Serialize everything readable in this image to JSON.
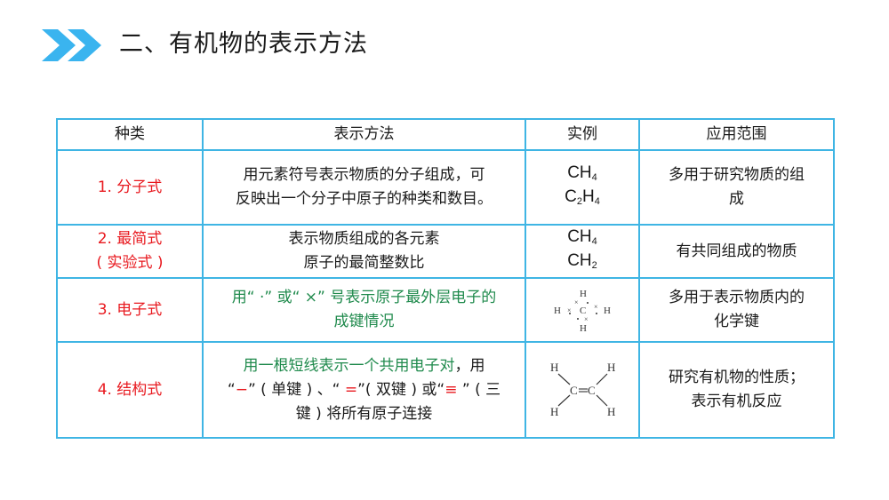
{
  "header": {
    "icon": "double-chevron-right-icon",
    "accent_color": "#3ab4ef",
    "title": "二、有机物的表示方法"
  },
  "table": {
    "border_color": "#3fb5e4",
    "columns": [
      "种类",
      "表示方法",
      "实例",
      "应用范围"
    ],
    "rows": [
      {
        "type": "1. 分子式",
        "method_lines": [
          "用元素符号表示物质的分子组成，可",
          "反映出一个分子中原子的种类和数目。"
        ],
        "examples": [
          {
            "base1": "CH",
            "sub1": "4",
            "base2": "",
            "sub2": ""
          },
          {
            "base1": "C",
            "sub1": "2",
            "base2": "H",
            "sub2": "4"
          }
        ],
        "usage_lines": [
          "多用于研究物质的组",
          "成"
        ]
      },
      {
        "type_lines": [
          "2. 最简式",
          "( 实验式 )"
        ],
        "method_lines": [
          "表示物质组成的各元素",
          "原子的最简整数比"
        ],
        "examples": [
          {
            "base1": "CH",
            "sub1": "4"
          },
          {
            "base1": "CH",
            "sub1": "2"
          }
        ],
        "usage_lines": [
          "有共同组成的物质"
        ]
      },
      {
        "type": "3. 电子式",
        "method_lines": [
          "用“ ·” 或“ ×” 号表示原子最外层电子的",
          "成键情况"
        ],
        "example_image": "electron-dot-formula-methane",
        "example_atoms": {
          "center": "C",
          "top": "H",
          "bottom": "H",
          "left": "H",
          "right": "H"
        },
        "usage_lines": [
          "多用于表示物质内的",
          "化学键"
        ]
      },
      {
        "type": "4. 结构式",
        "method_green": "用一根短线表示一个共用电子对",
        "method_sep": "，用",
        "method_line2": {
          "q1_open": "“",
          "single_bond": "−",
          "q1_close": "” ( 单键 ) 、“ ",
          "double_bond": "=",
          "q2_close": "”( 双键 ) 或“",
          "triple_bond": "≡",
          "q3_close": " ” ( 三"
        },
        "method_line3": "键 ) 将所有原子连接",
        "example_image": "structural-formula-ethylene",
        "example_atoms": {
          "c1": "C",
          "c2": "C",
          "h": "H"
        },
        "usage_lines": [
          "研究有机物的性质；",
          "表示有机反应"
        ]
      }
    ]
  }
}
